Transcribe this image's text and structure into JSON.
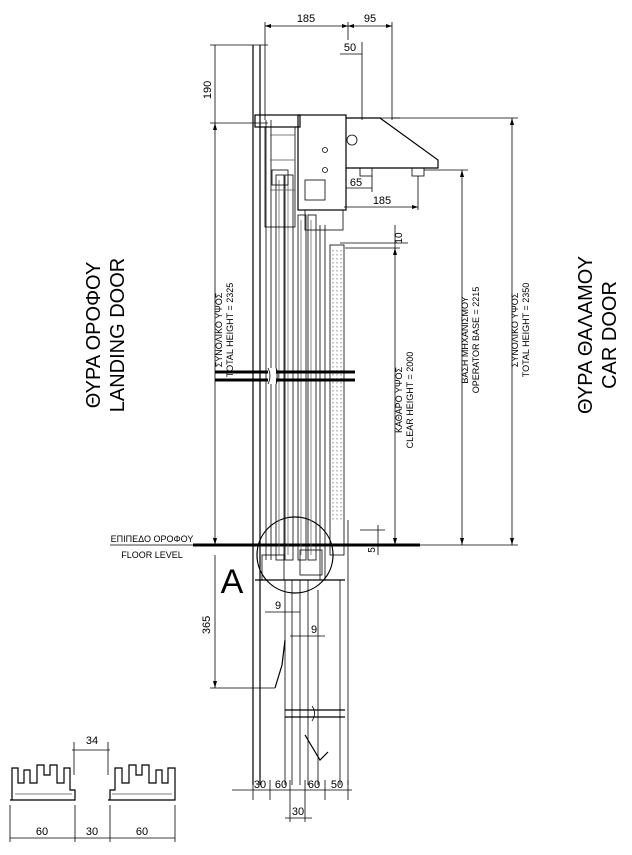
{
  "labels": {
    "landing_door_gr": "ΘΥΡΑ ΟΡΟΦΟΥ",
    "landing_door_en": "LANDING DOOR",
    "car_door_gr": "ΘΥΡΑ ΘΑΛΑΜΟΥ",
    "car_door_en": "CAR DOOR",
    "floor_level_gr": "ΕΠΙΠΕΔΟ ΟΡΟΦΟΥ",
    "floor_level_en": "FLOOR LEVEL",
    "detail_mark": "A"
  },
  "vertical_dims": {
    "total_height_landing_gr": "ΣΥΝΟΛΙΚΟ ΥΨΟΣ",
    "total_height_landing_en": "TOTAL HEIGHT = 2325",
    "clear_height_gr": "ΚΑΘΑΡΟ ΥΨΟΣ",
    "clear_height_en": "CLEAR HEIGHT = 2000",
    "operator_base_gr": "ΒΑΣΗ ΜΗΧΑΝΙΣΜΟΥ",
    "operator_base_en": "OPERATOR BASE = 2215",
    "total_height_car_gr": "ΣΥΝΟΛΙΚΟ ΥΨΟΣ",
    "total_height_car_en": "TOTAL HEIGHT = 2350"
  },
  "dims": {
    "d185_top": "185",
    "d95": "95",
    "d50_top": "50",
    "d190": "190",
    "d65": "65",
    "d185_mid": "185",
    "d10": "10",
    "d5": "5",
    "d365": "365",
    "d9a": "9",
    "d9b": "9",
    "d30_left": "30",
    "d60_left": "60",
    "d60_right": "60",
    "d50_bottom": "50",
    "d30_bottom": "30",
    "d34": "34",
    "d60_prof_a": "60",
    "d30_prof": "30",
    "d60_prof_b": "60"
  }
}
